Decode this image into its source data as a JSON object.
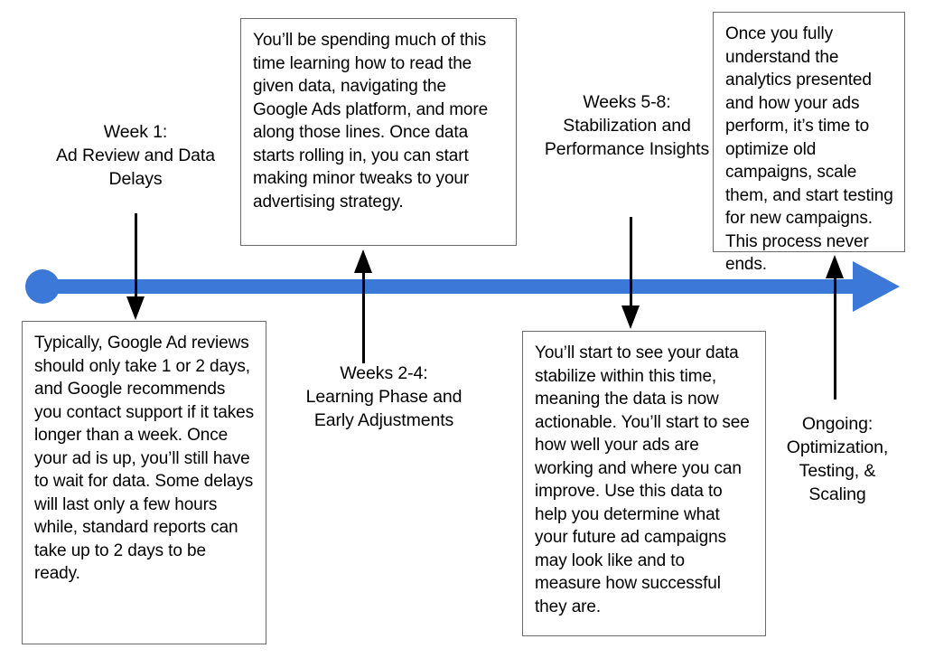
{
  "diagram": {
    "type": "horizontal-timeline",
    "title": "Google Ads campaign timeline",
    "colors": {
      "timeline": "#3c78d8",
      "box_border": "#6b6b6b",
      "arrow": "#000000",
      "text": "#000000",
      "background": "#ffffff"
    },
    "timeline": {
      "start_marker": "circle",
      "end_marker": "arrowhead",
      "direction": "left-to-right"
    },
    "milestones": [
      {
        "id": "week-1",
        "caption": "Week 1:\nAd Review and Data\nDelays",
        "caption_position": "above",
        "connector": "down",
        "detail_position": "below",
        "detail": "Typically, Google Ad reviews should only take 1 or 2 days, and Google recommends you contact support if it takes longer than a week. Once your ad is up, you’ll still have to wait for data. Some delays will last only a few hours while, standard reports can take up to 2 days to be ready."
      },
      {
        "id": "weeks-2-4",
        "caption": "Weeks 2-4:\nLearning Phase and\nEarly Adjustments",
        "caption_position": "below",
        "connector": "up",
        "detail_position": "above",
        "detail": "You’ll be spending much of this time learning how to read the given data, navigating the Google Ads platform, and more along those lines. Once data starts rolling in, you can start making minor tweaks to your advertising strategy."
      },
      {
        "id": "weeks-5-8",
        "caption": "Weeks 5-8:\nStabilization and\nPerformance Insights",
        "caption_position": "above",
        "connector": "down",
        "detail_position": "below",
        "detail": "You’ll start to see your data stabilize within this time, meaning the data is now actionable. You’ll start to see how well your ads are working and where you can improve. Use this data to help you determine what your future ad campaigns may look like and to measure how successful they are."
      },
      {
        "id": "ongoing",
        "caption": "Ongoing:\nOptimization,\nTesting, &\nScaling",
        "caption_position": "below",
        "connector": "up",
        "detail_position": "above",
        "detail": "Once you fully understand the analytics presented and how your ads perform, it’s time to optimize old campaigns, scale them, and start testing for new campaigns. This process never ends."
      }
    ]
  }
}
